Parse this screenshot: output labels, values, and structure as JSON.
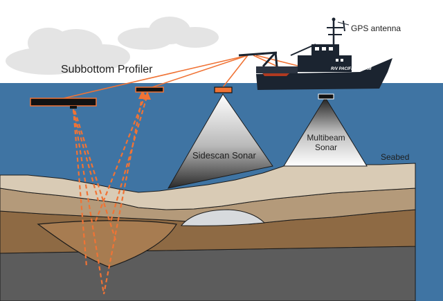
{
  "labels": {
    "subbottom_profiler": "Subbottom Profiler",
    "gps_antenna": "GPS antenna",
    "sidescan_sonar": "Sidescan Sonar",
    "multibeam_line1": "Multibeam",
    "multibeam_line2": "Sonar",
    "seabed": "Seabed",
    "ship_name": "R/V PACIFIC STORM"
  },
  "colors": {
    "sky": "#ffffff",
    "cloud": "#e4e4e4",
    "water": "#3f74a3",
    "tow_line": "#f07335",
    "towfish_outline": "#f07335",
    "towfish_body": "#111111",
    "signal": "#f07335",
    "ship_hull": "#1b2430",
    "ship_stripe": "#b03a20",
    "layer_top": "#d9cbb5",
    "layer_2": "#b49a7a",
    "layer_3": "#8e6a44",
    "basin_fill": "#a77c51",
    "basement": "#5c5c5c",
    "lens": "#d7dadd"
  },
  "icons": [
    "cloud-icon",
    "ship-icon",
    "gps-antenna-icon",
    "towfish-icon",
    "sonar-beam-icon"
  ]
}
